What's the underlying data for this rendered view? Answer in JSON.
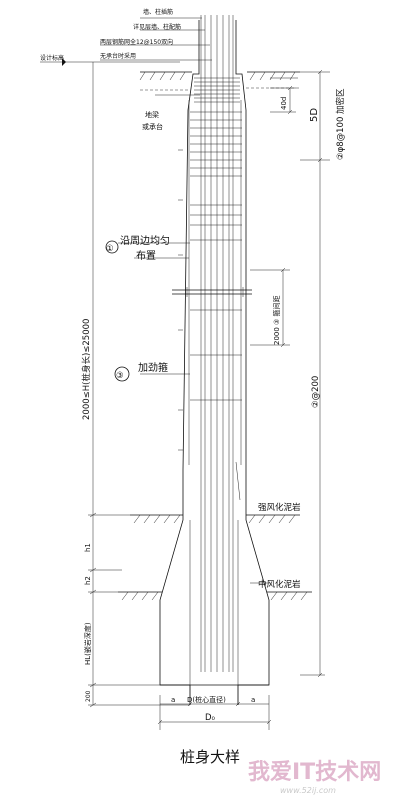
{
  "labels": {
    "top_notes": [
      "墙、柱插筋",
      "详见层墙、柱配筋",
      "两层钢筋网全12@150双向",
      "无承台时采用"
    ],
    "design_elev": "设计标高",
    "beam": [
      "地梁",
      "或承台"
    ],
    "dim_40d": "40d",
    "dim_5d": "5D",
    "dense_spiral": "②φ8@100 加密区",
    "callout_1": "①",
    "distribute": [
      "沿周边均匀",
      "布置"
    ],
    "callout_3": "③",
    "stiffener_spacing": "2000 ③ 箍间距",
    "stiffener": "加劲箍",
    "spiral": "②@200",
    "pile_length": "2000≤H(桩身长)≤25000",
    "strong_rock": "强风化泥岩",
    "medium_rock": "中风化泥岩",
    "h1": "h1",
    "h2": "h2",
    "hl": "HL(嵌岩深度)",
    "dim_200": "200",
    "a_left": "a",
    "a_right": "a",
    "d_core": "D(桩心直径)",
    "d0": "D₀",
    "caption": "桩身大样"
  },
  "watermark": {
    "text": "我爱IT技术网",
    "url": "www.52ij.com",
    "colors": {
      "text": "#e2b8cf",
      "url": "#c9c9c9"
    }
  },
  "colors": {
    "line": "#111111",
    "background": "#ffffff"
  }
}
